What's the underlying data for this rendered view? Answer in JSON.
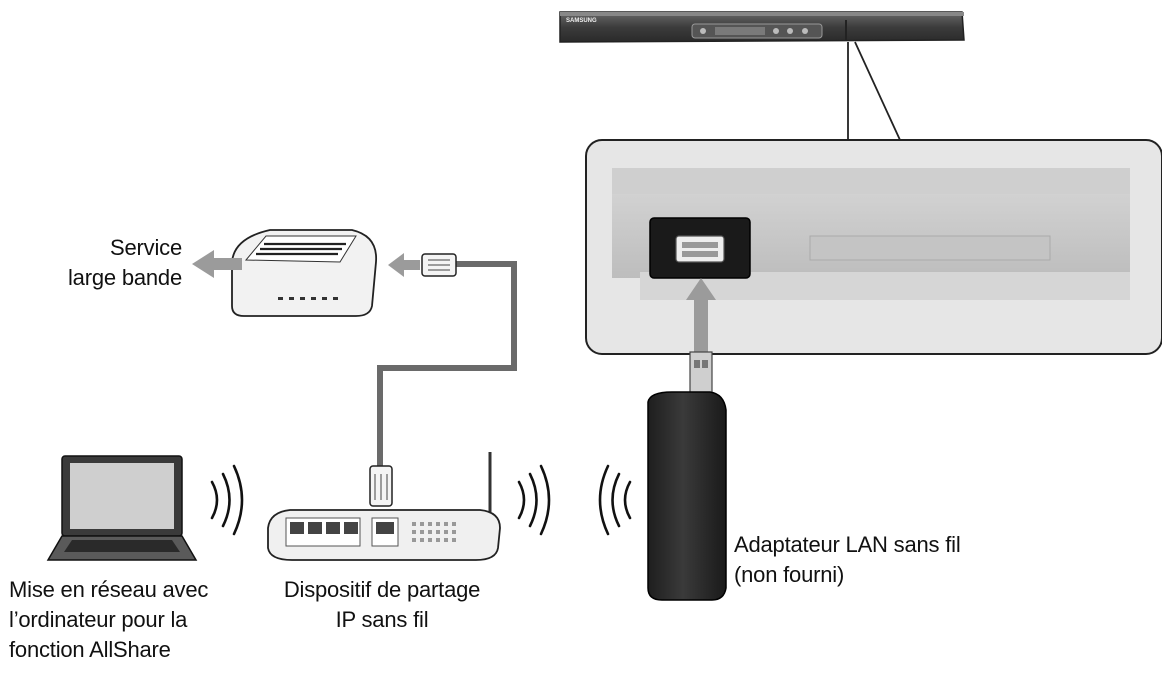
{
  "labels": {
    "broadband": [
      "Service",
      "large bande"
    ],
    "adapter": [
      "Adaptateur LAN sans fil",
      "(non fourni)"
    ],
    "computer": [
      "Mise en réseau avec",
      "l’ordinateur pour la",
      "fonction AllShare"
    ],
    "router": [
      "Dispositif de partage",
      "IP sans fil"
    ]
  },
  "player": {
    "brand": "SAMSUNG"
  }
}
